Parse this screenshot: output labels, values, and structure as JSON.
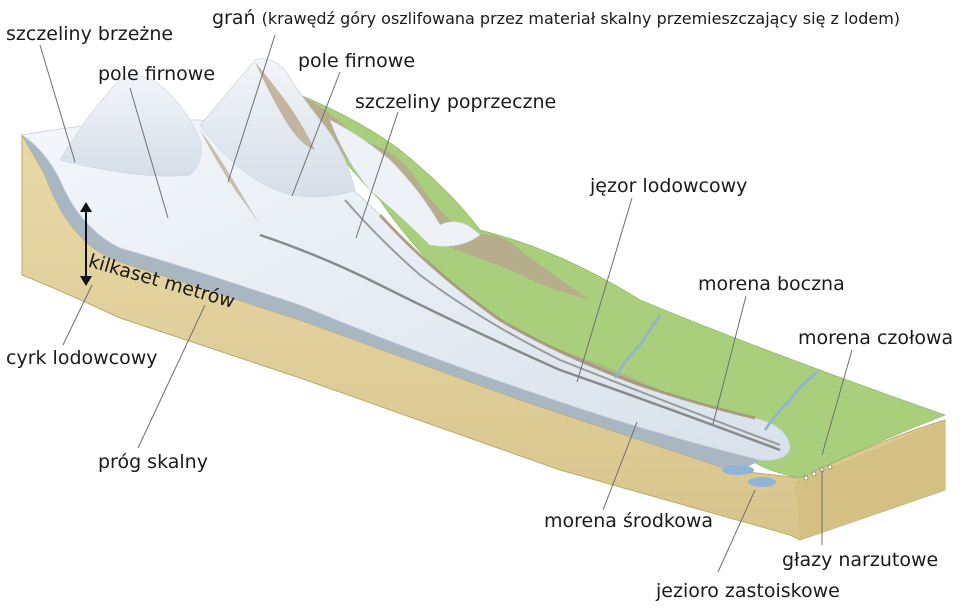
{
  "labels": {
    "szczeliny_brzezne": "szczeliny brzeżne",
    "pole_firnowe_1": "pole firnowe",
    "gran": "grań",
    "gran_note": "(krawędź góry oszlifowana przez materiał skalny przemieszczający się z lodem)",
    "pole_firnowe_2": "pole firnowe",
    "szczeliny_poprzeczne": "szczeliny poprzeczne",
    "jezor": "jęzor lodowcowy",
    "kilkaset": "kilkaset metrów",
    "morena_boczna": "morena boczna",
    "morena_czolowa": "morena czołowa",
    "cyrk": "cyrk lodowcowy",
    "prog": "próg skalny",
    "morena_srodkowa": "morena środkowa",
    "glazy": "głazy narzutowe",
    "jezioro": "jezioro zastoiskowe"
  },
  "colors": {
    "ice": "#e9eef4",
    "ice_shadow": "#c9d3de",
    "ice_cross_section": "#a9b7c2",
    "bedrock": "#e3d3a0",
    "bedrock_dark": "#cfbd84",
    "grass": "#a9cf7d",
    "rock": "#b8a78e",
    "water": "#8fb4d8",
    "leader": "#6f6f6f"
  }
}
